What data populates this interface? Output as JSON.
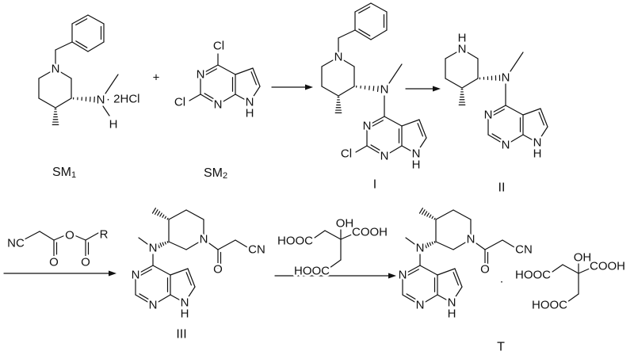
{
  "atoms": {
    "N": "N",
    "H": "H",
    "Cl": "Cl",
    "O": "O",
    "R": "R",
    "NC": "NC",
    "CN": "CN",
    "OH": "OH",
    "COOH": "COOH",
    "HOOC": "HOOC",
    "salt": "· 2HCl",
    "dot": "·",
    "plus": "+"
  },
  "compounds": {
    "sm1": {
      "text": "SM",
      "sub": "1"
    },
    "sm2": {
      "text": "SM",
      "sub": "2"
    },
    "i": {
      "text": "I"
    },
    "ii": {
      "text": "II"
    },
    "iii": {
      "text": "III"
    },
    "t": {
      "text": "T"
    }
  }
}
